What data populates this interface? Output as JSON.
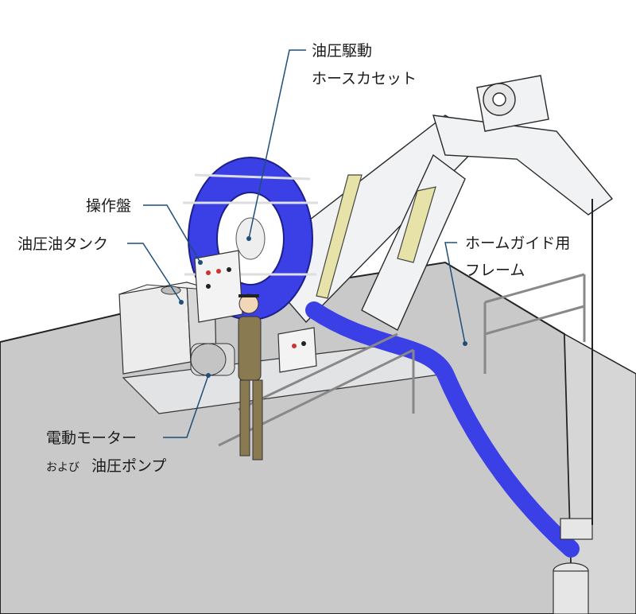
{
  "labels": {
    "hose_cassette_line1": "油圧駆動",
    "hose_cassette_line2": "ホースカセット",
    "control_panel": "操作盤",
    "oil_tank": "油圧油タンク",
    "hose_guide_frame_line1": "ホームガイド用",
    "hose_guide_frame_line2": "フレーム",
    "motor_line1": "電動モーター",
    "motor_line2_prefix": "および",
    "motor_line2": "油圧ポンプ"
  },
  "colors": {
    "hose_blue": "#3a3fe6",
    "leader_blue": "#1f4e79",
    "cylinder_yellow": "#e6e2a8",
    "frame_white": "#f4f5f6",
    "deck_gray": "#c8c8c8",
    "worker_khaki": "#8a7a52"
  }
}
